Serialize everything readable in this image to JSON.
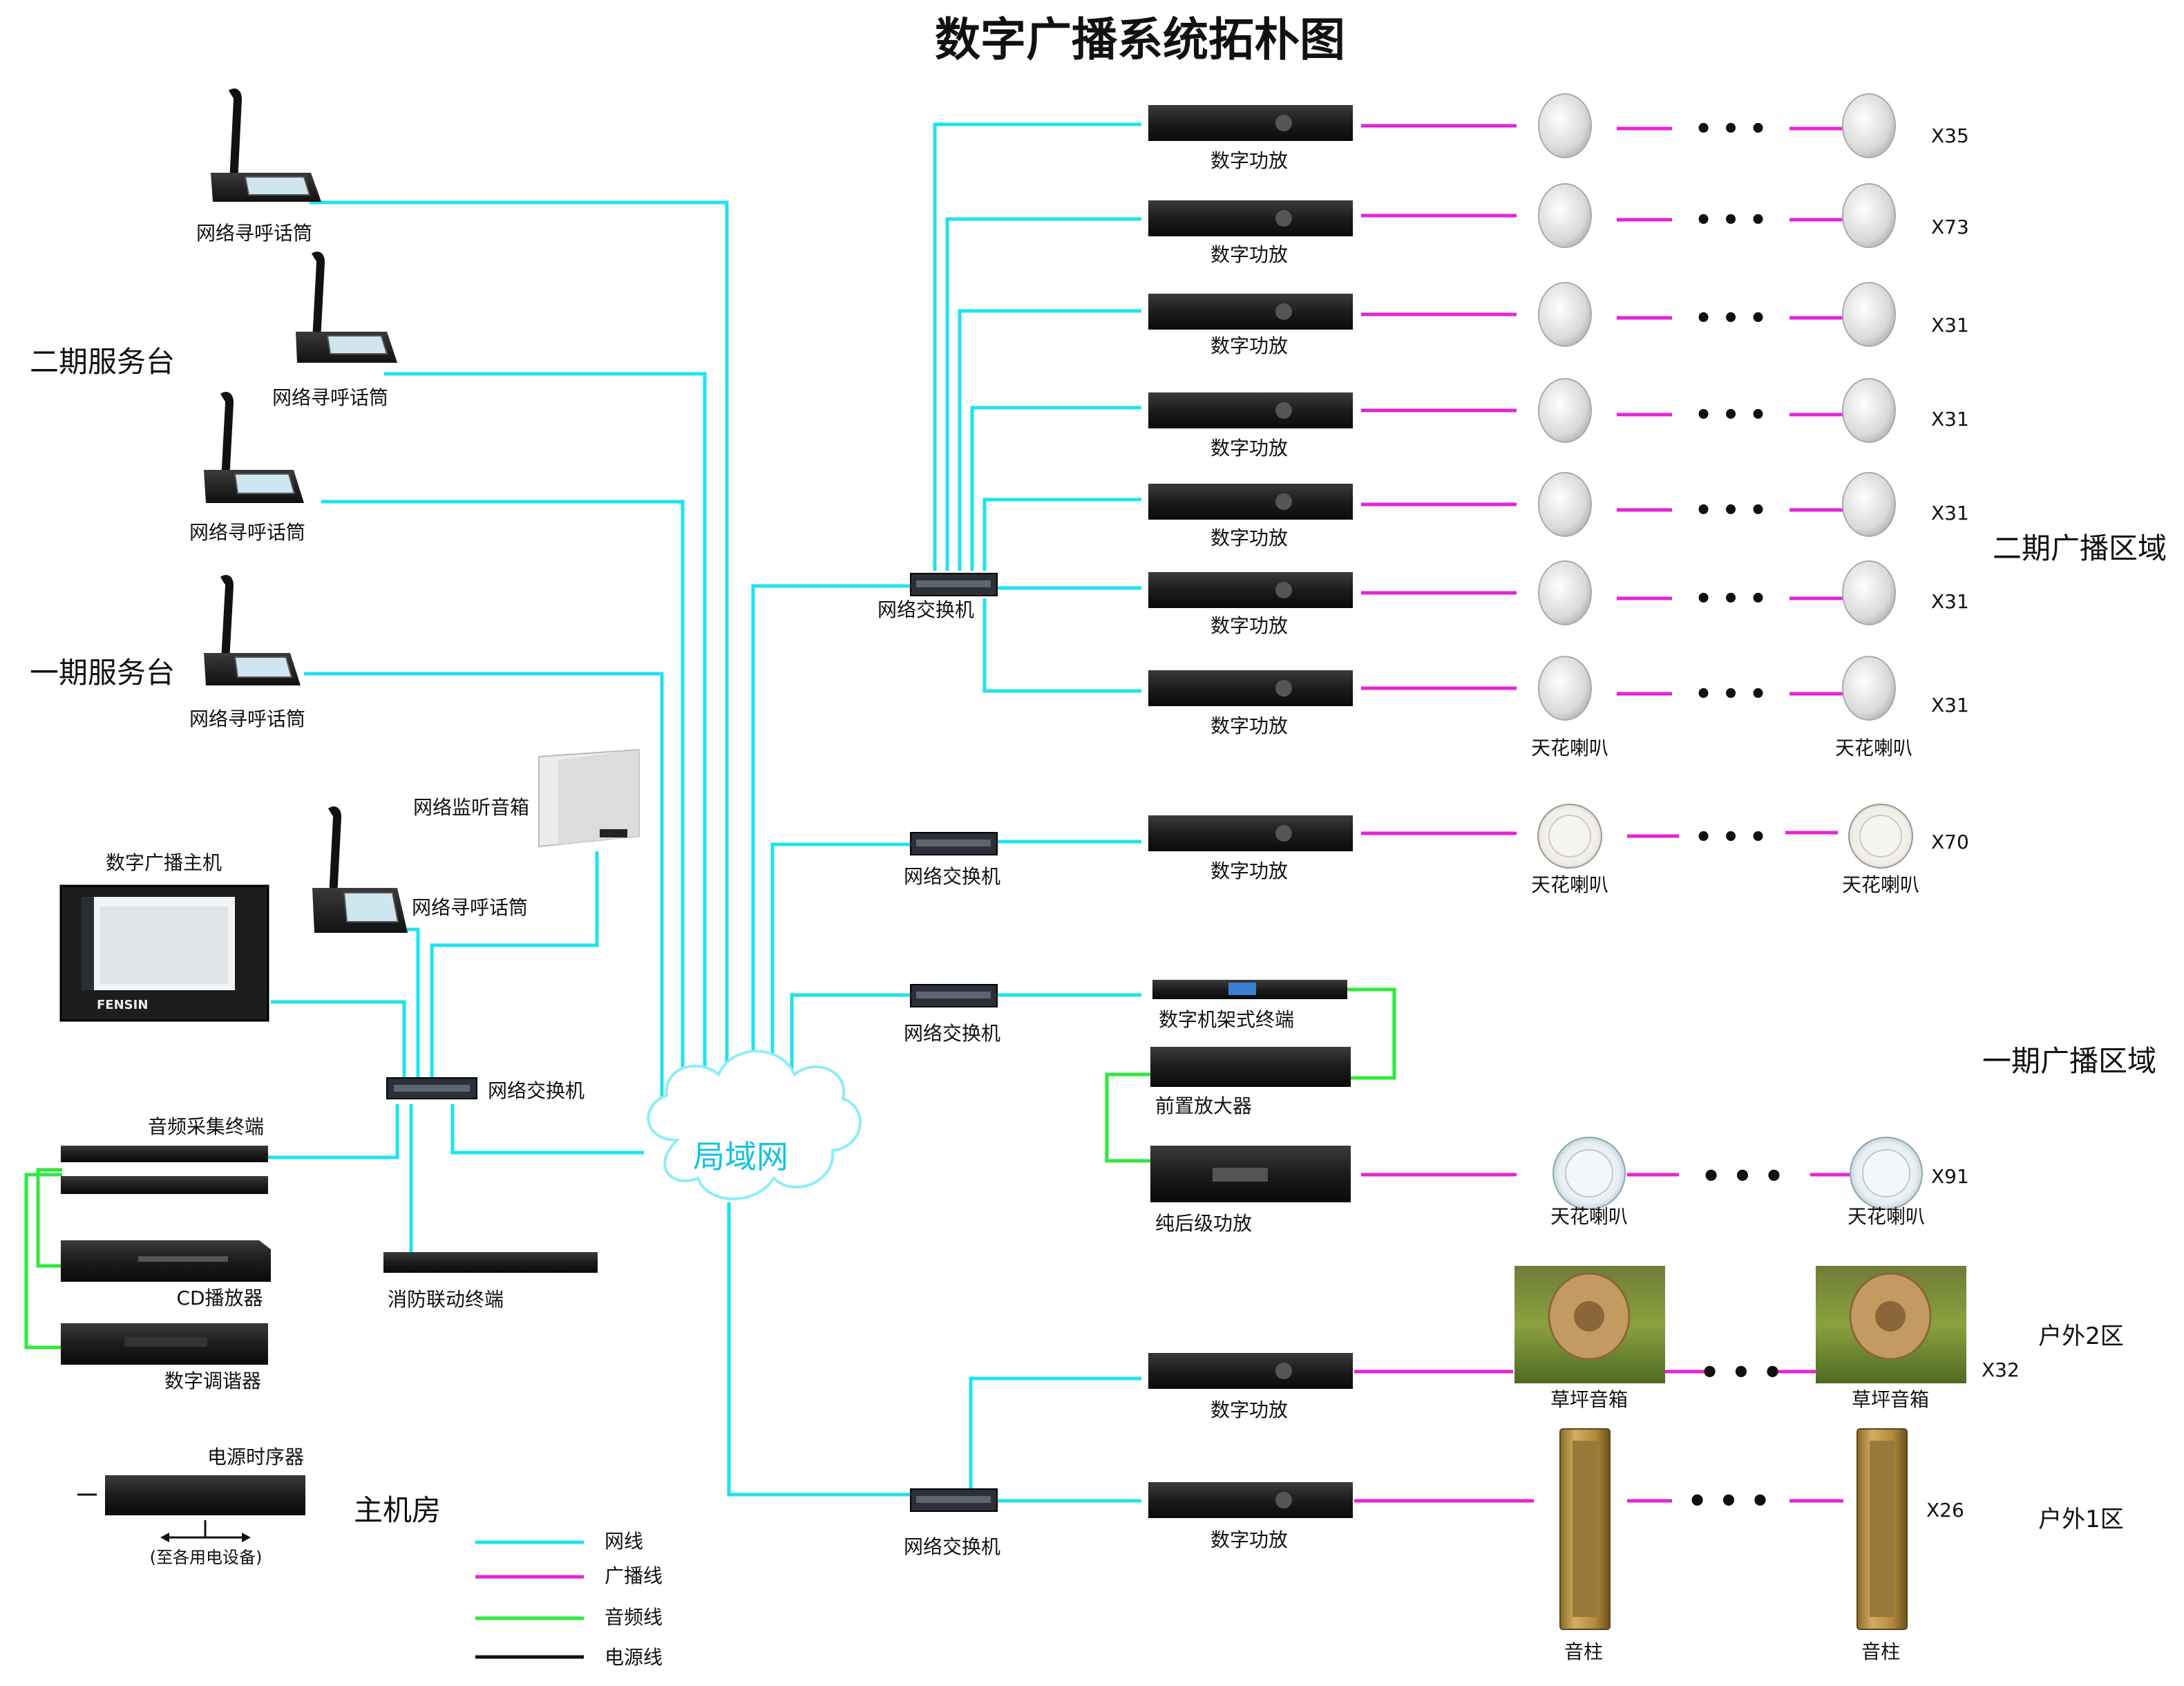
{
  "title": "数字广播系统拓朴图",
  "colors": {
    "network": "#1ee3ee",
    "broadcast": "#e623d6",
    "audio": "#2ee83c",
    "power": "#111111"
  },
  "zones": {
    "phase2_desk": "二期服务台",
    "phase1_desk": "一期服务台",
    "control_room": "主机房",
    "phase2_area": "二期广播区域",
    "phase1_area": "一期广播区域",
    "outdoor2": "户外2区",
    "outdoor1": "户外1区"
  },
  "lan": "局域网",
  "devices": {
    "paging_mic": "网络寻呼话筒",
    "monitor_speaker": "网络监听音箱",
    "host": "数字广播主机",
    "switch": "网络交换机",
    "audio_capture": "音频采集终端",
    "cd_player": "CD播放器",
    "tuner": "数字调谐器",
    "fire_linkage": "消防联动终端",
    "power_sequencer": "电源时序器",
    "power_note": "(至各用电设备)",
    "amp": "数字功放",
    "rack_terminal": "数字机架式终端",
    "preamp": "前置放大器",
    "power_amp": "纯后级功放",
    "ceiling_speaker": "天花喇叭",
    "lawn_speaker": "草坪音箱",
    "column_speaker": "音柱",
    "brand": "FENSIN"
  },
  "counts": {
    "row1": "X35",
    "row2": "X73",
    "row3": "X31",
    "row4": "X31",
    "row5": "X31",
    "row6": "X31",
    "row7": "X31",
    "row8": "X70",
    "row9": "X91",
    "row10": "X32",
    "row11": "X26"
  },
  "ellipsis": "• • •",
  "legend": {
    "network": "网线",
    "broadcast": "广播线",
    "audio": "音频线",
    "power": "电源线"
  }
}
